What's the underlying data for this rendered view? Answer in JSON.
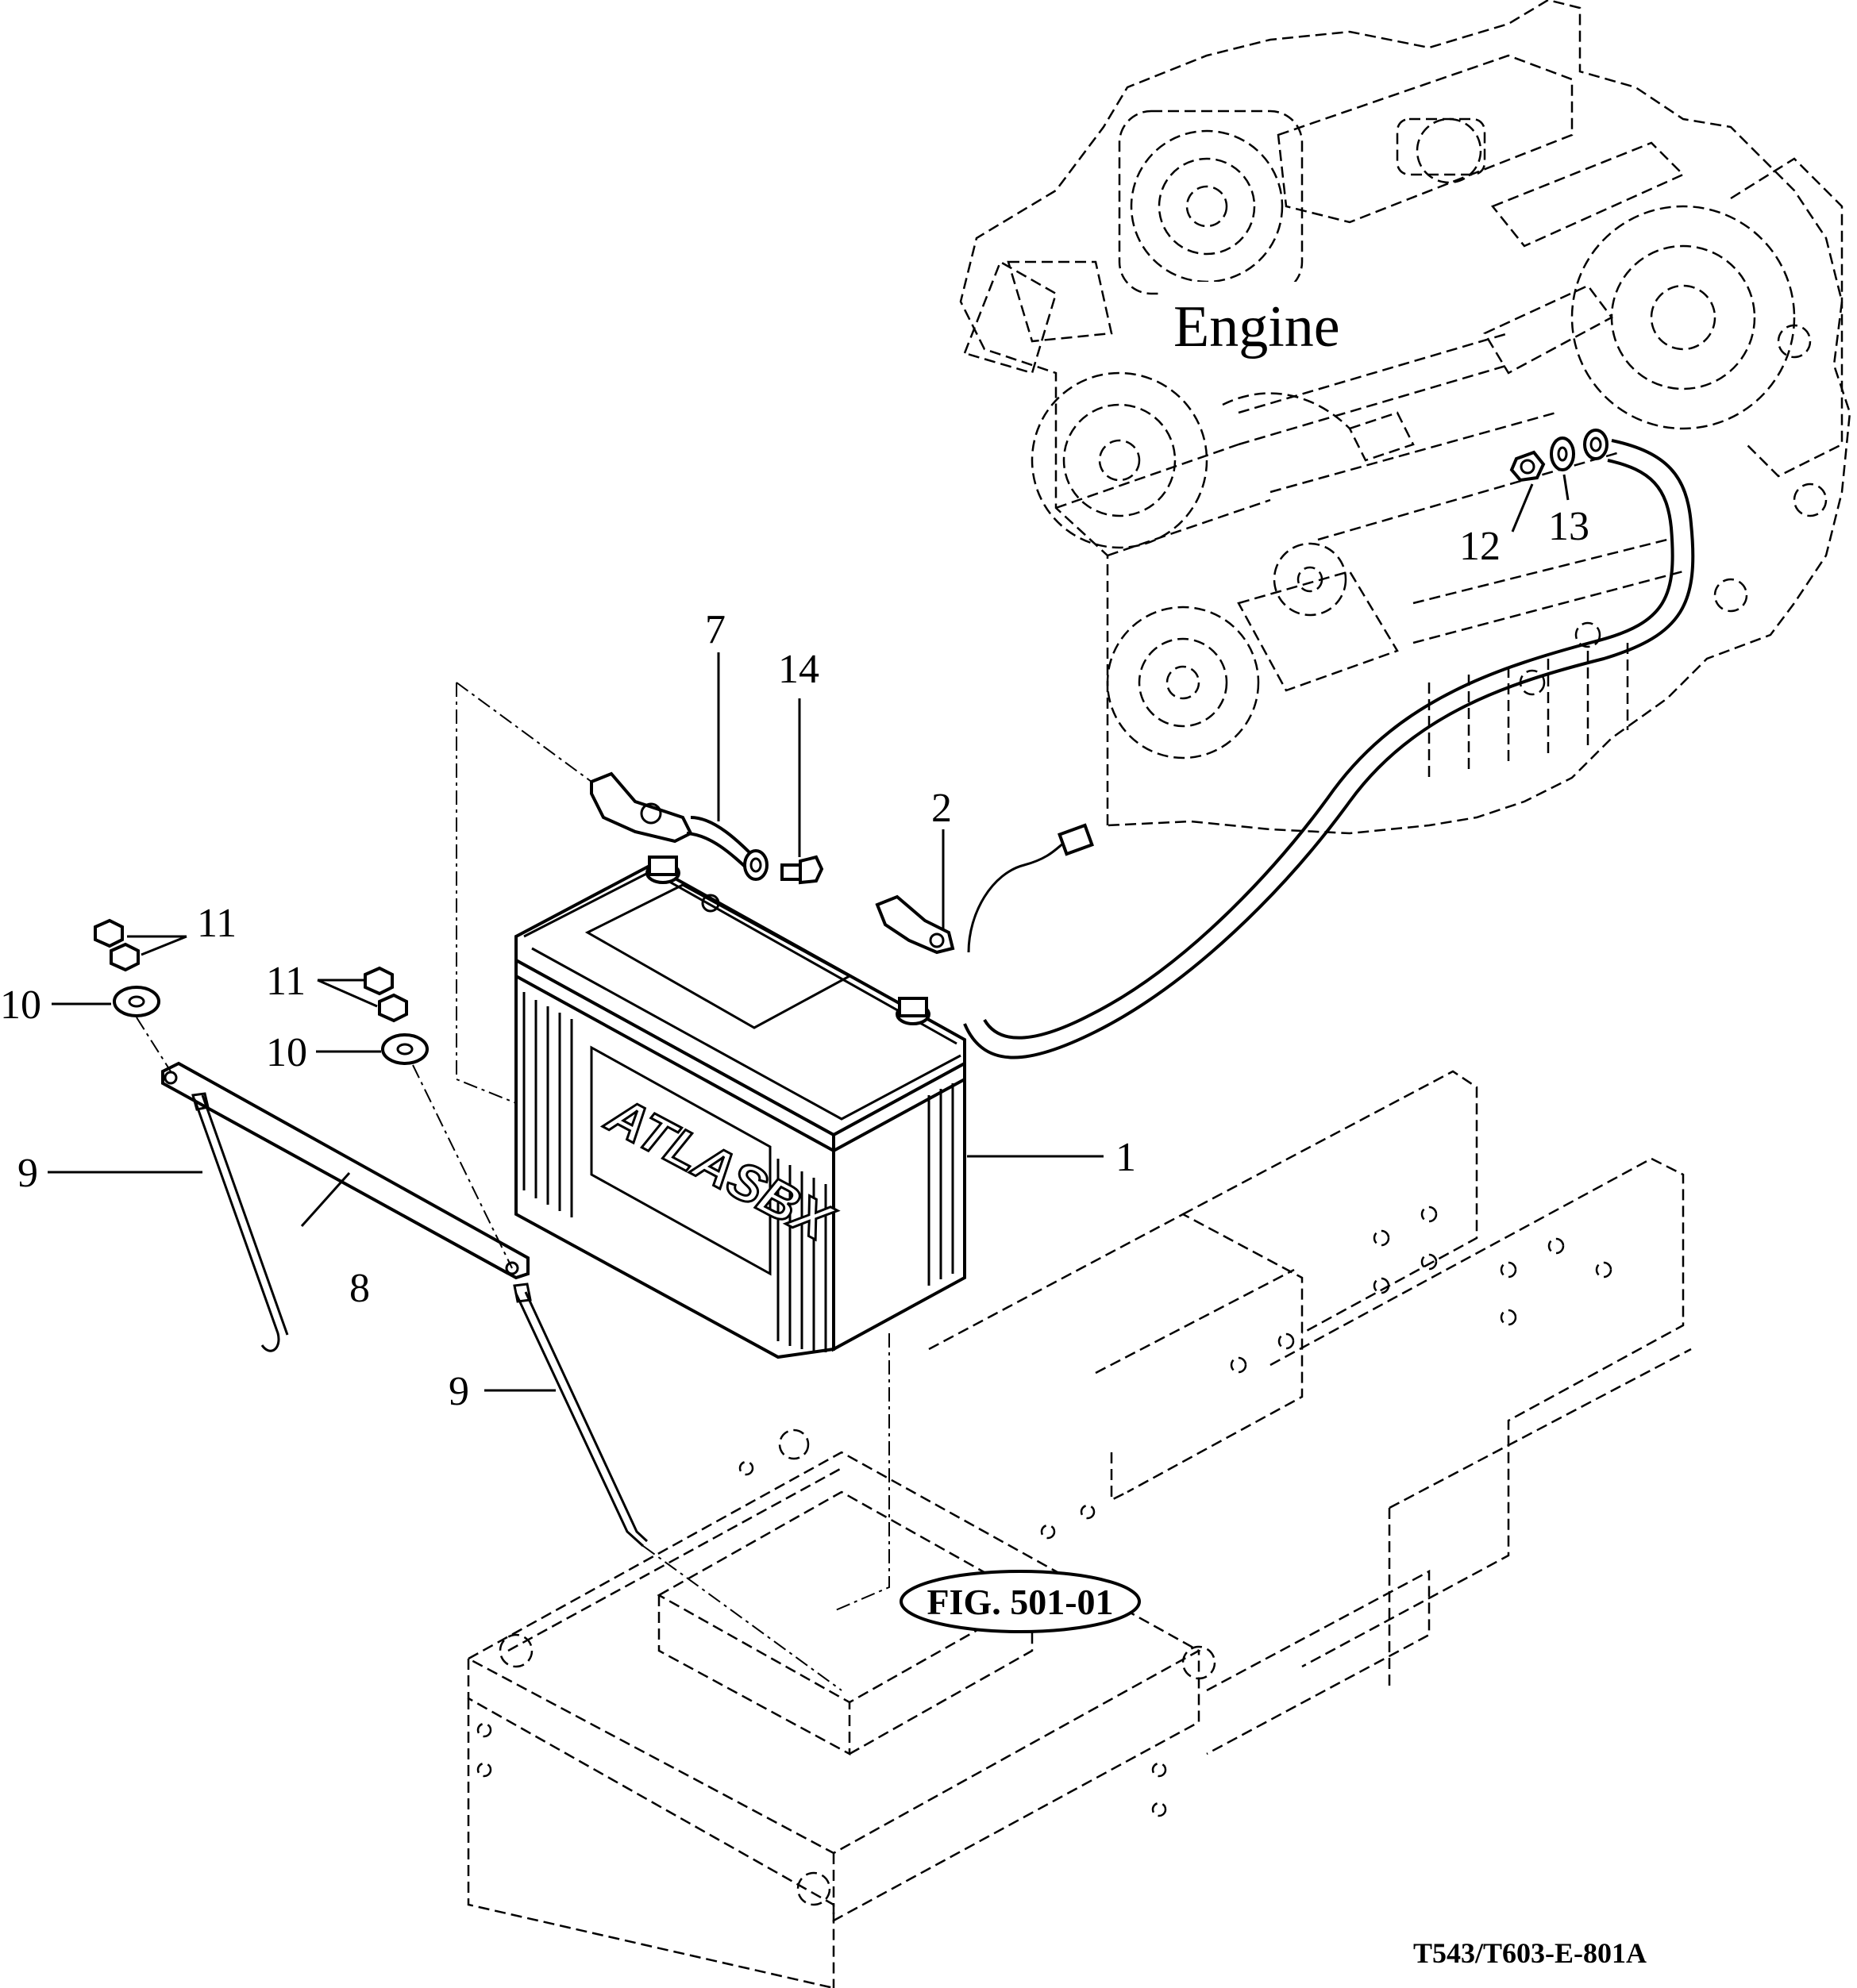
{
  "labels": {
    "engine": "Engine",
    "figure_ref": "FIG. 501-01",
    "drawing_number": "T543/T603-E-801A",
    "battery_brand": "ATLASBX"
  },
  "callouts": {
    "c1": "1",
    "c2": "2",
    "c7": "7",
    "c8": "8",
    "c9_left": "9",
    "c9_mid": "9",
    "c10_left": "10",
    "c10_mid": "10",
    "c11_left": "11",
    "c11_mid": "11",
    "c12": "12",
    "c13": "13",
    "c14": "14"
  }
}
